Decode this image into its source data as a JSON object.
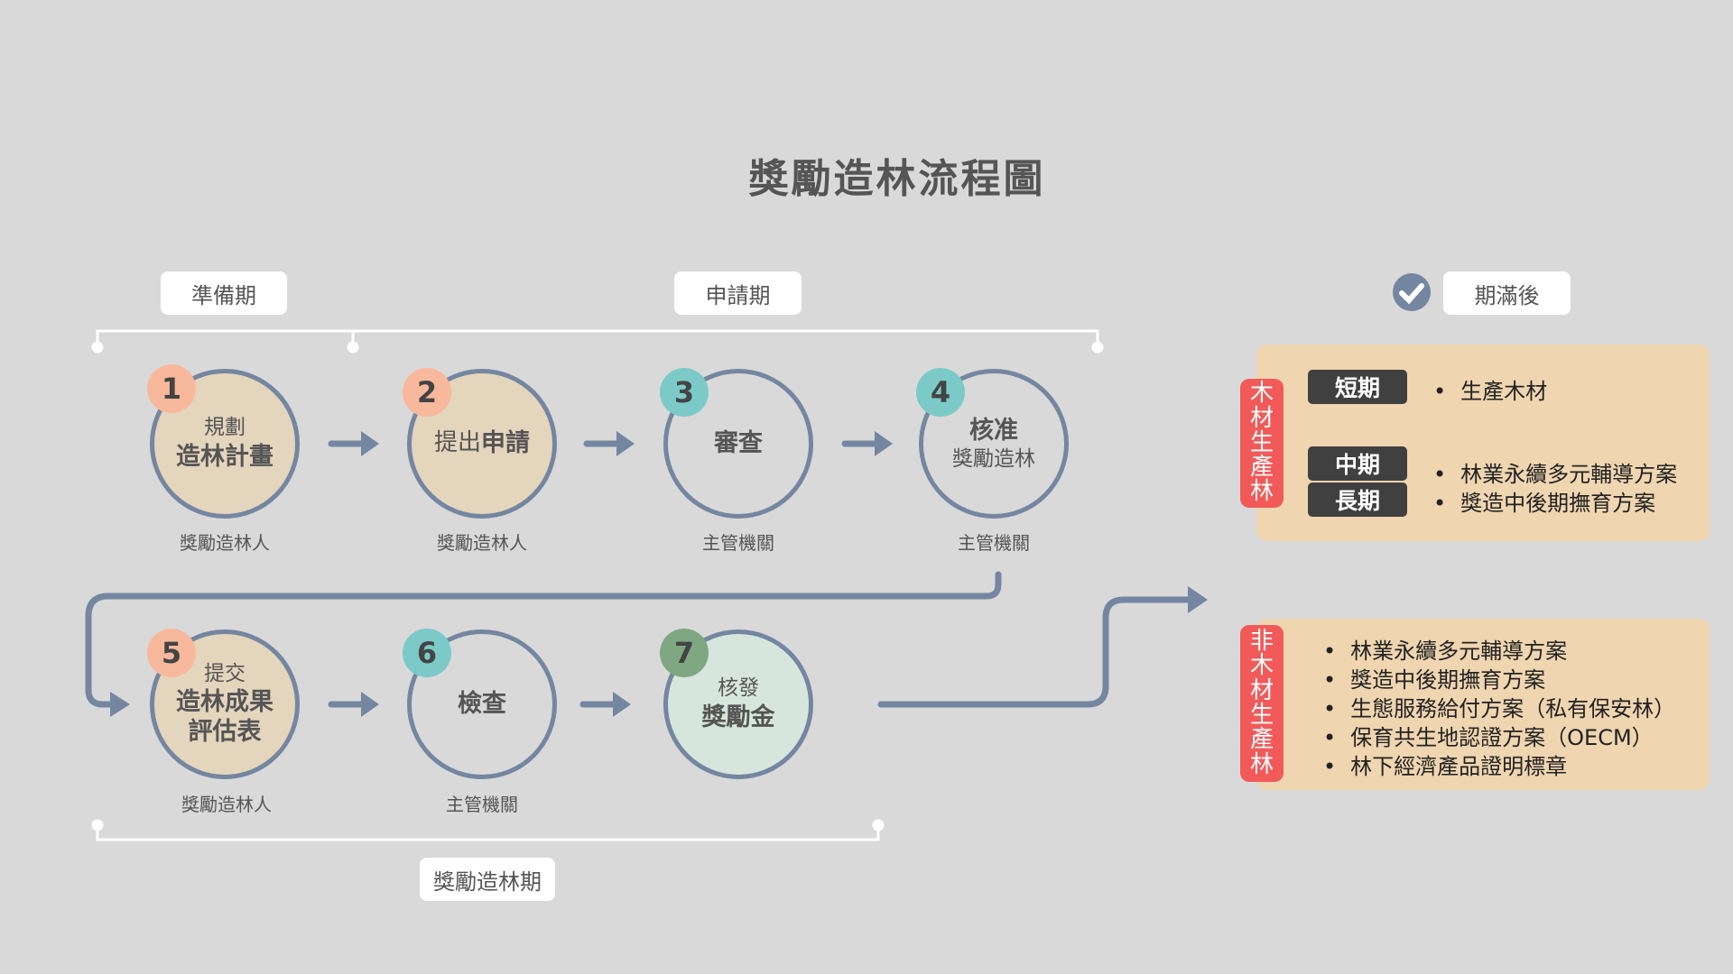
{
  "title": "獎勵造林流程圖",
  "phases": {
    "prep": "準備期",
    "apply": "申請期",
    "after": "期滿後",
    "reward": "獎勵造林期"
  },
  "steps": [
    {
      "num": "1",
      "line1": "規劃",
      "line2": "造林計畫",
      "actor": "獎勵造林人"
    },
    {
      "num": "2",
      "line1": "提出",
      "line2": "申請",
      "actor": "獎勵造林人"
    },
    {
      "num": "3",
      "line1": "",
      "line2": "審查",
      "actor": "主管機關"
    },
    {
      "num": "4",
      "line1": "核准",
      "line2": "獎勵造林",
      "actor": "主管機關"
    },
    {
      "num": "5",
      "line1": "提交",
      "line2": "造林成果",
      "line3": "評估表",
      "actor": "獎勵造林人"
    },
    {
      "num": "6",
      "line1": "",
      "line2": "檢查",
      "actor": "主管機關"
    },
    {
      "num": "7",
      "line1": "核發",
      "line2": "獎勵金",
      "actor": ""
    }
  ],
  "timber": {
    "tab": [
      "木",
      "材",
      "生",
      "產",
      "林"
    ],
    "short": "短期",
    "mid": "中期",
    "long": "長期",
    "items": [
      "生產木材",
      "林業永續多元輔導方案",
      "獎造中後期撫育方案"
    ]
  },
  "nontimber": {
    "tab": [
      "非",
      "木",
      "材",
      "生",
      "產",
      "林"
    ],
    "items": [
      "林業永續多元輔導方案",
      "獎造中後期撫育方案",
      "生態服務給付方案（私有保安林）",
      "保育共生地認證方案（OECM）",
      "林下經濟產品證明標章"
    ]
  },
  "colors": {
    "ring": "#7486a0",
    "peach": "#f8b89c",
    "teal": "#7ccac8",
    "green": "#7fa882",
    "panel": "#efd5b0",
    "red": "#f25a5a"
  }
}
